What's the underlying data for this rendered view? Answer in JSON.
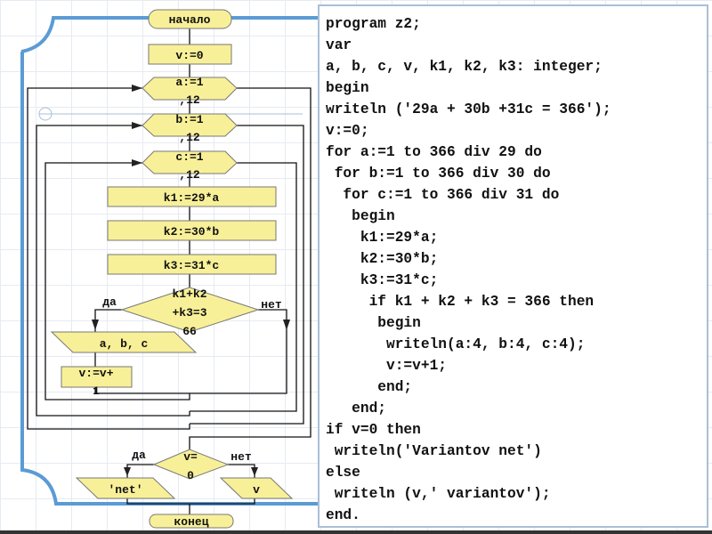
{
  "flowchart": {
    "start": "начало",
    "init": "v:=0",
    "loop_a": [
      "a:=1",
      ",12"
    ],
    "loop_b": [
      "b:=1",
      ",12"
    ],
    "loop_c": [
      "c:=1",
      ",12"
    ],
    "k1": "k1:=29*a",
    "k2": "k2:=30*b",
    "k3": "k3:=31*c",
    "condition": [
      "k1+k2",
      "+k3=3",
      "66"
    ],
    "yes": "да",
    "no": "нет",
    "output_abc": "a, b, c",
    "increment": [
      "v:=v+",
      "1"
    ],
    "condition2": [
      "v=",
      "0"
    ],
    "yes2": "да",
    "no2": "нет",
    "output_net": "'net'",
    "output_v": "v",
    "end": "конец",
    "fill_color": "#f8f098",
    "frame_color": "#5b9bd5"
  },
  "code": {
    "lines": [
      "program z2;",
      "var",
      "a, b, c, v, k1, k2, k3: integer;",
      "begin",
      "writeln ('29a + 30b +31c = 366');",
      "v:=0;",
      "for a:=1 to 366 div 29 do",
      " for b:=1 to 366 div 30 do",
      "  for c:=1 to 366 div 31 do",
      "   begin",
      "    k1:=29*a;",
      "    k2:=30*b;",
      "    k3:=31*c;",
      "     if k1 + k2 + k3 = 366 then",
      "      begin",
      "       writeln(a:4, b:4, c:4);",
      "       v:=v+1;",
      "      end;",
      "   end;",
      "if v=0 then",
      " writeln('Variantov net')",
      "else",
      " writeln (v,' variantov');",
      "end."
    ]
  }
}
